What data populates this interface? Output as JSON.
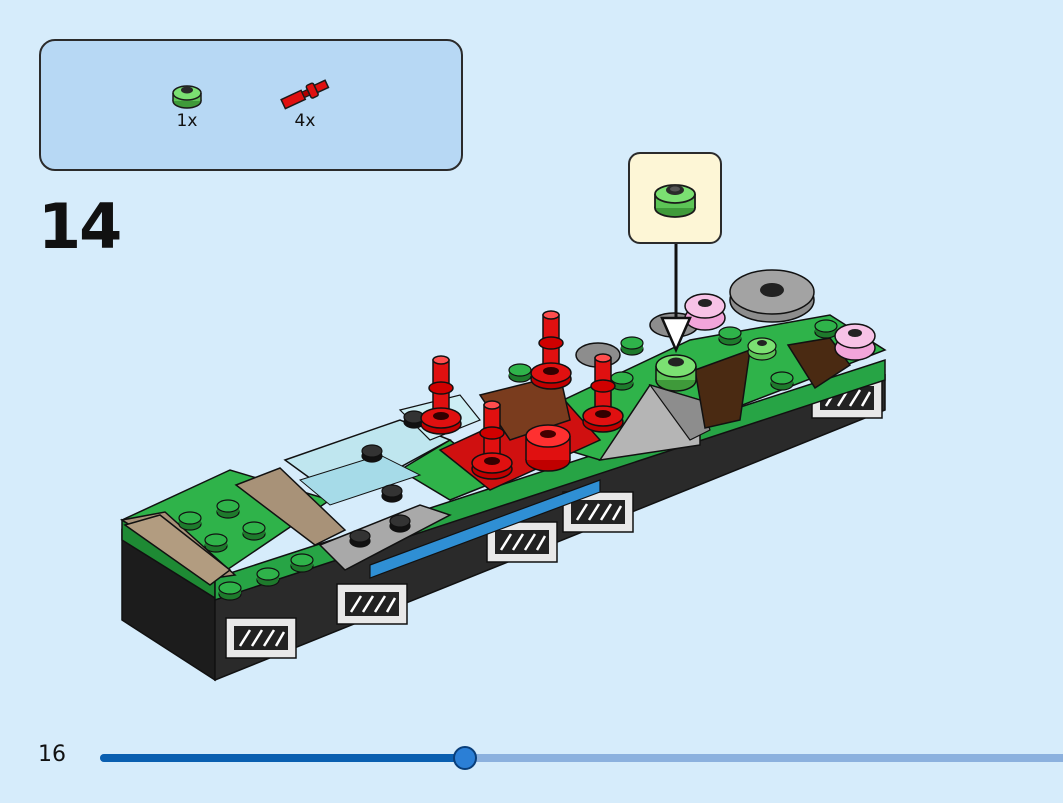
{
  "parts_list": {
    "items": [
      {
        "icon": "green-round-plate-icon",
        "quantity": "1x"
      },
      {
        "icon": "red-bar-piece-icon",
        "quantity": "4x"
      }
    ]
  },
  "step": {
    "number": "14"
  },
  "callout": {
    "icon": "green-round-plate-icon"
  },
  "footer": {
    "page_number": "16",
    "progress": 0.378
  },
  "colors": {
    "background": "#d6ecfb",
    "parts_box": "#b7d8f4",
    "callout_box": "#fdf6d6",
    "progress_fill": "#0a5fb0",
    "progress_track": "#8cb1de"
  }
}
